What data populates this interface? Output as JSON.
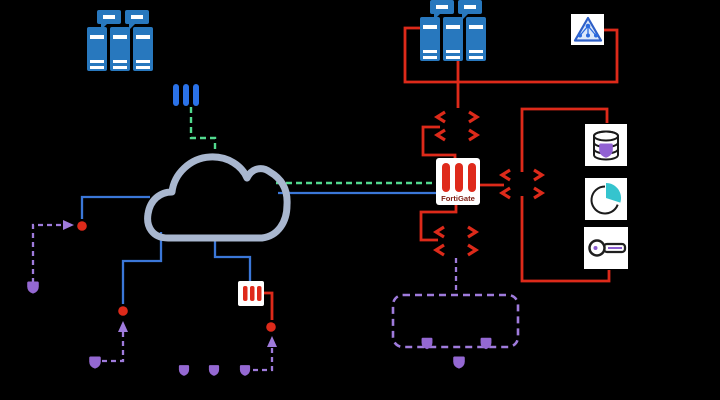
{
  "diagram": {
    "type": "network-architecture",
    "labels": {
      "fortigate": "FortiGate"
    },
    "colors": {
      "background": "#000000",
      "server_blue": "#2878BE",
      "bars_blue": "#2B72E8",
      "line_blue": "#3B77D8",
      "line_red": "#DD2A1A",
      "line_green_dashed": "#52D98E",
      "purple": "#9468D2",
      "purple_dashed": "#9F7BDC",
      "cloud_gray_blue": "#A9B7CF",
      "teal": "#35C4CE",
      "fortigate_bar_red": "#DF2A1B",
      "fortigate_text": "#7E1F14",
      "icon_outline": "#1b1b1b",
      "triangle_blue": "#2E5FC7"
    },
    "nodes": [
      {
        "id": "server-cluster-left",
        "icon": "server-rack-icon"
      },
      {
        "id": "gateway-bars",
        "icon": "three-bars-icon"
      },
      {
        "id": "server-cluster-right",
        "icon": "server-rack-icon"
      },
      {
        "id": "traffic-manager",
        "icon": "triangle-network-icon"
      },
      {
        "id": "router-top",
        "icon": "router-arrows-icon"
      },
      {
        "id": "fortigate-firewall",
        "icon": "fortigate-icon",
        "label": "FortiGate"
      },
      {
        "id": "router-right",
        "icon": "router-arrows-icon"
      },
      {
        "id": "router-bottom",
        "icon": "router-arrows-icon"
      },
      {
        "id": "secure-database",
        "icon": "database-shield-icon"
      },
      {
        "id": "pie-chart-service",
        "icon": "pie-chart-icon"
      },
      {
        "id": "key-vault",
        "icon": "key-icon"
      },
      {
        "id": "internet-cloud",
        "icon": "cloud-icon"
      },
      {
        "id": "fortigate-small",
        "icon": "fortigate-mini-icon"
      },
      {
        "id": "endpoint-dot-1",
        "icon": "red-dot"
      },
      {
        "id": "endpoint-dot-2",
        "icon": "red-dot"
      },
      {
        "id": "endpoint-dot-3",
        "icon": "red-dot"
      },
      {
        "id": "user-shield-1",
        "icon": "shield-icon"
      },
      {
        "id": "user-shield-2",
        "icon": "shield-icon"
      },
      {
        "id": "user-shield-3",
        "icon": "shield-icon"
      },
      {
        "id": "user-shield-4",
        "icon": "shield-icon"
      },
      {
        "id": "user-shield-5",
        "icon": "shield-icon"
      },
      {
        "id": "zone-shield-1",
        "icon": "shield-icon"
      },
      {
        "id": "zone-shield-2",
        "icon": "shield-icon"
      },
      {
        "id": "zone-shield-3",
        "icon": "shield-icon"
      },
      {
        "id": "dashed-zone",
        "icon": "dashed-rounded-rect"
      }
    ]
  }
}
